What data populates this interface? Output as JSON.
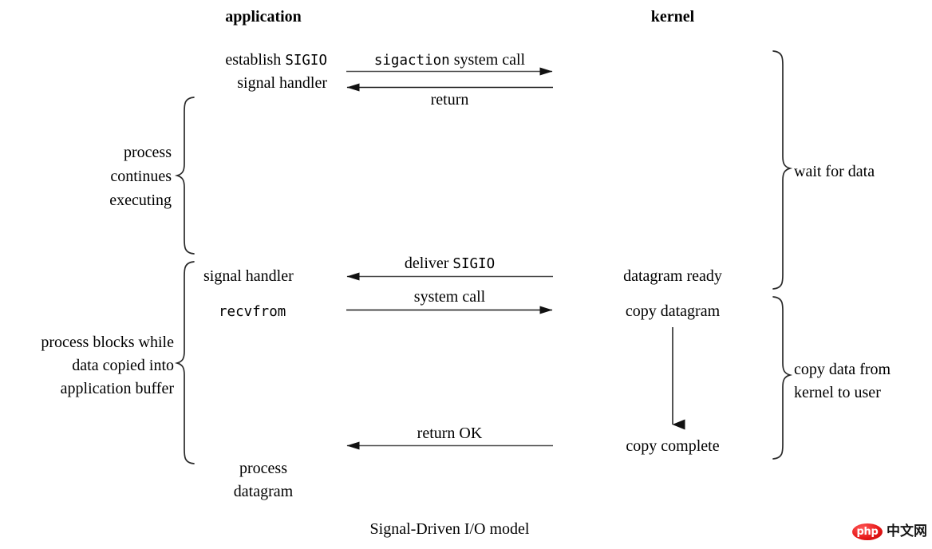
{
  "diagram": {
    "title": "Signal-Driven I/O model",
    "columns": {
      "application": "application",
      "kernel": "kernel"
    },
    "app_steps": {
      "establish_line1_pre": "establish ",
      "establish_line1_mono": "SIGIO",
      "establish_line2": "signal handler",
      "signal_handler": "signal handler",
      "recvfrom": "recvfrom",
      "process_line1": "process",
      "process_line2": "datagram"
    },
    "app_braces": [
      {
        "line1": "process",
        "line2": "continues",
        "line3": "executing"
      },
      {
        "line1": "process blocks while",
        "line2": "data copied into",
        "line3": "application buffer"
      }
    ],
    "arrows": [
      {
        "label_pre": "",
        "label_mono": "sigaction",
        "label_post": " system call",
        "direction": "right"
      },
      {
        "label_pre": "return",
        "label_mono": "",
        "label_post": "",
        "direction": "left"
      },
      {
        "label_pre": "deliver ",
        "label_mono": "SIGIO",
        "label_post": "",
        "direction": "left"
      },
      {
        "label_pre": "system call",
        "label_mono": "",
        "label_post": "",
        "direction": "right"
      },
      {
        "label_pre": "return OK",
        "label_mono": "",
        "label_post": "",
        "direction": "left"
      }
    ],
    "kernel_steps": {
      "datagram_ready": "datagram ready",
      "copy_datagram": "copy datagram",
      "copy_complete": "copy complete"
    },
    "kernel_braces": [
      {
        "label": "wait for data"
      },
      {
        "line1": "copy data from",
        "line2": "kernel to user"
      }
    ],
    "watermark": {
      "badge": "php",
      "text": "中文网"
    },
    "colors": {
      "ink": "#000000",
      "line": "#3a3a3a",
      "background": "#ffffff",
      "watermark_red": "#e81b1b"
    }
  }
}
